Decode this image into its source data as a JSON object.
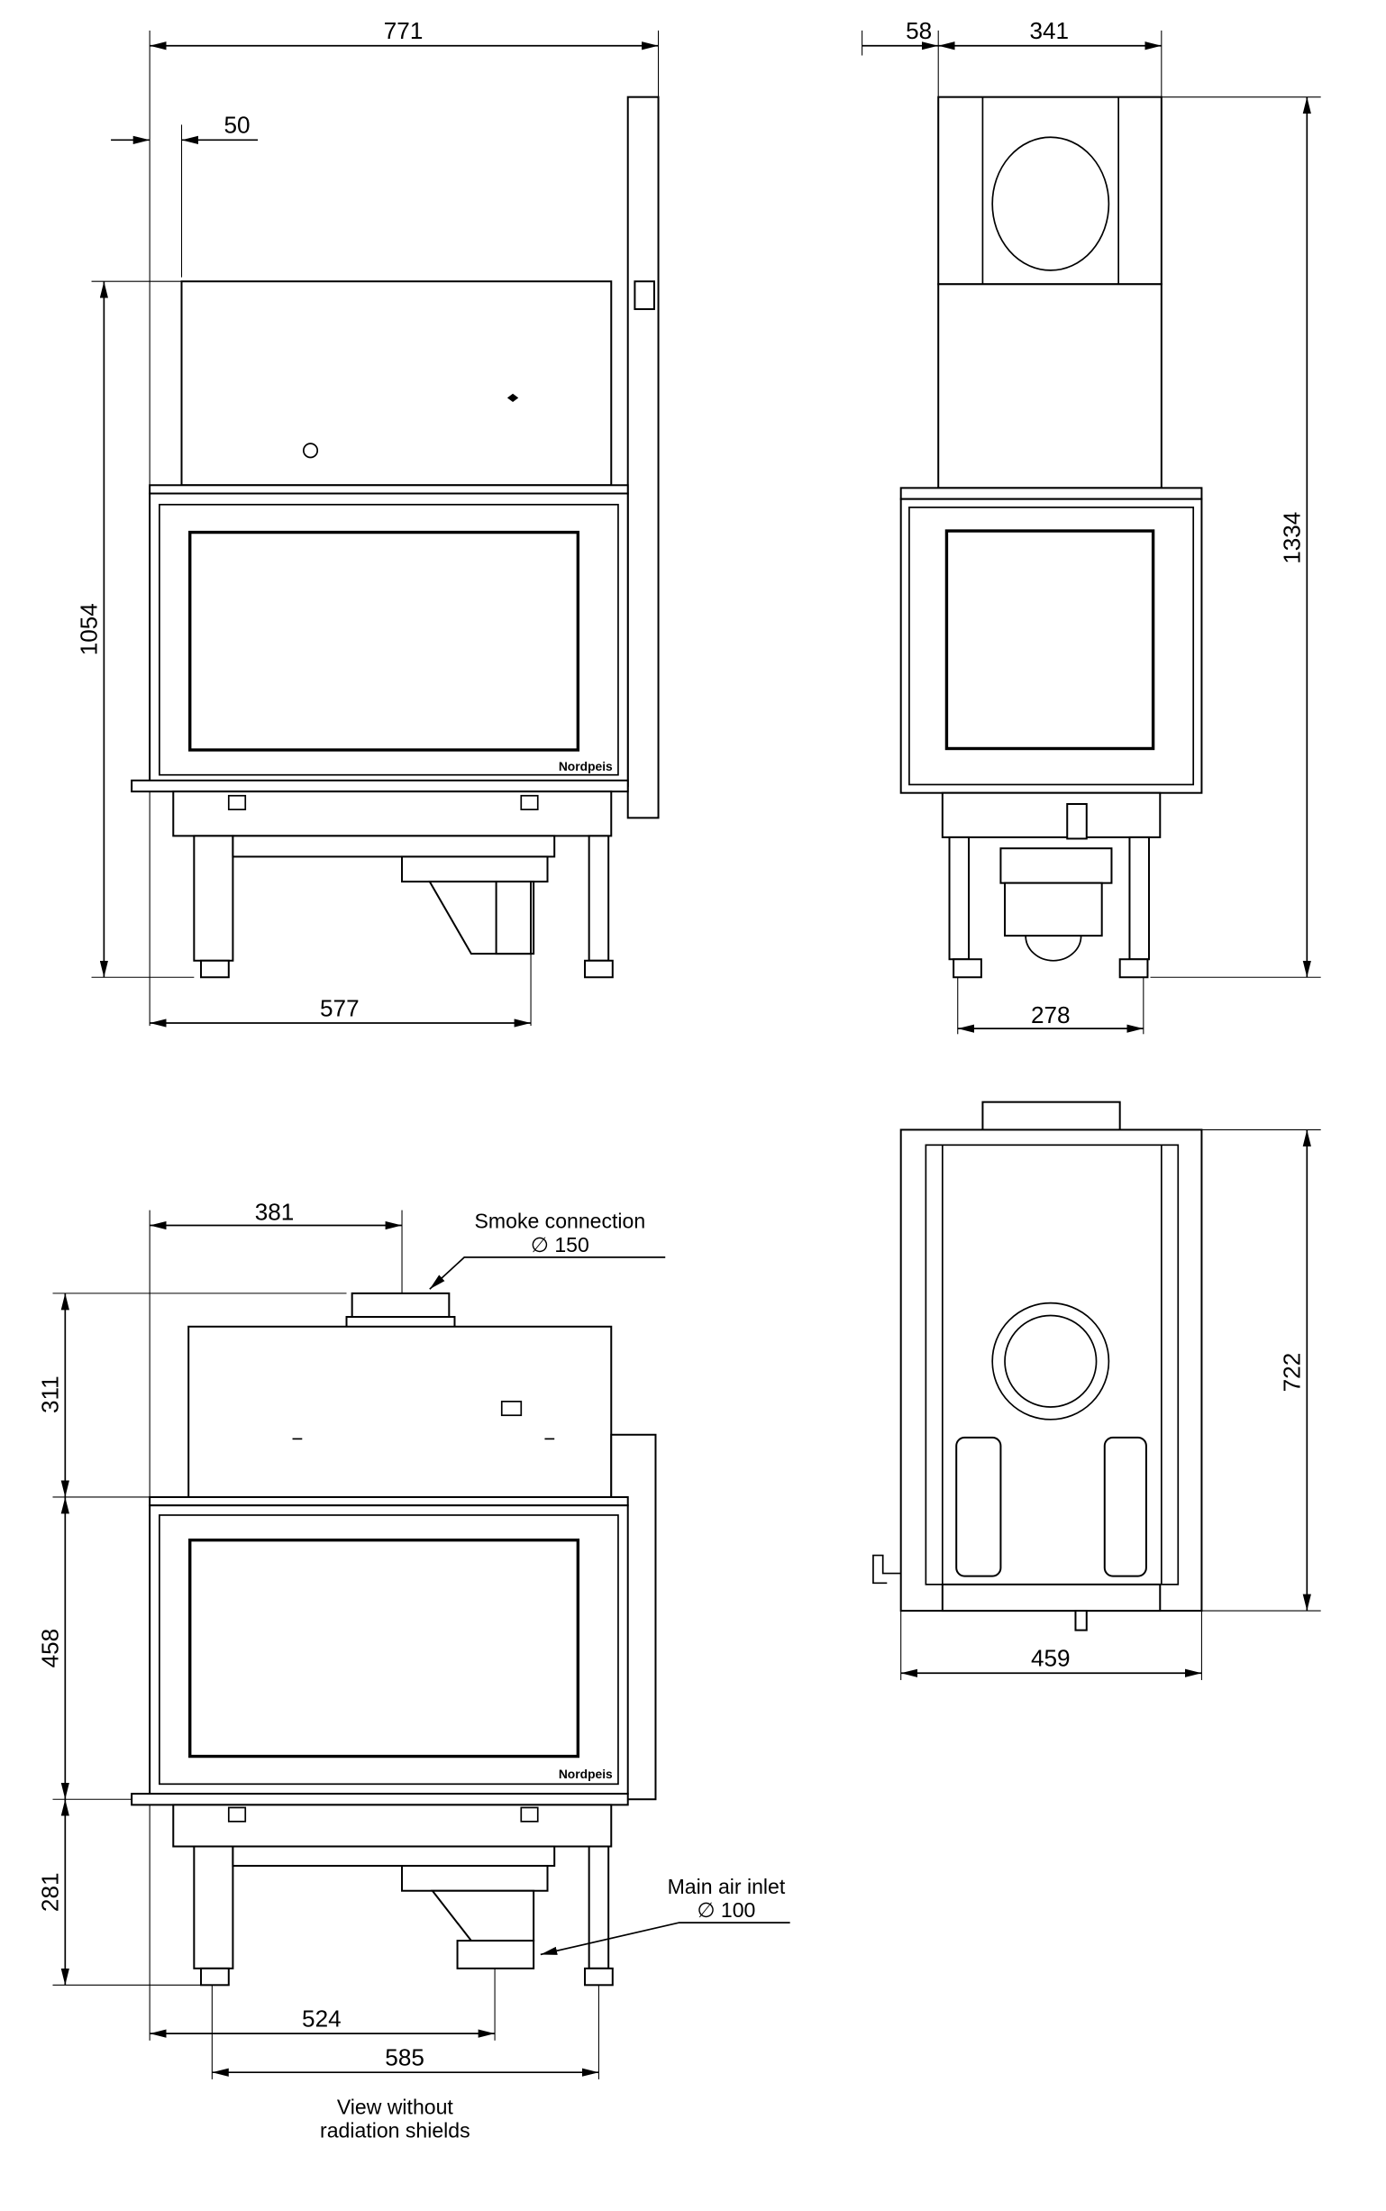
{
  "front_view": {
    "dims": {
      "width": "771",
      "offset": "50",
      "height": "1054",
      "leg_span": "577"
    },
    "logo": "Nordpeis"
  },
  "side_view": {
    "dims": {
      "offset": "58",
      "width": "341",
      "height": "1334",
      "leg_span": "278"
    }
  },
  "front_view_no_shields": {
    "dims": {
      "smoke_offset": "381",
      "top": "311",
      "middle": "458",
      "bottom": "281",
      "inlet_offset": "524",
      "leg_span": "585"
    },
    "smoke_connection": {
      "label": "Smoke connection",
      "size": "∅ 150"
    },
    "air_inlet": {
      "label": "Main air inlet",
      "size": "∅ 100"
    },
    "caption": [
      "View without",
      "radiation shields"
    ]
  },
  "top_view": {
    "dims": {
      "depth": "722",
      "width": "459"
    }
  }
}
